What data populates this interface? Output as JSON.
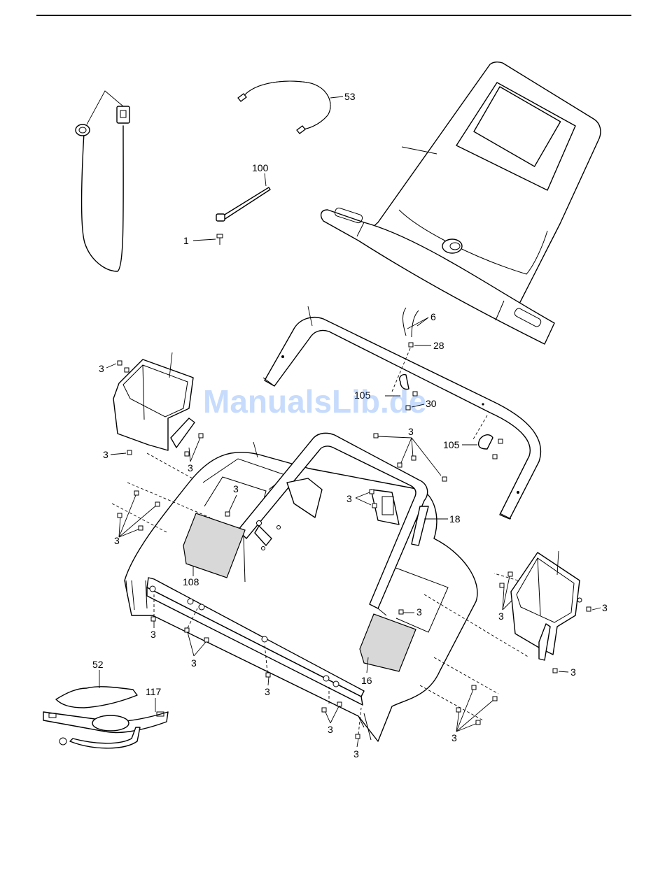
{
  "watermark": "ManualsLib.de",
  "callouts": {
    "c53": "53",
    "c100": "100",
    "c1": "1",
    "c6": "6",
    "c28": "28",
    "c105a": "105",
    "c30": "30",
    "c105b": "105",
    "c18": "18",
    "c108": "108",
    "c16": "16",
    "c52": "52",
    "c117": "117",
    "c3": "3"
  },
  "colors": {
    "line": "#000000",
    "paper": "#ffffff",
    "watermark": "#3b82f6"
  }
}
